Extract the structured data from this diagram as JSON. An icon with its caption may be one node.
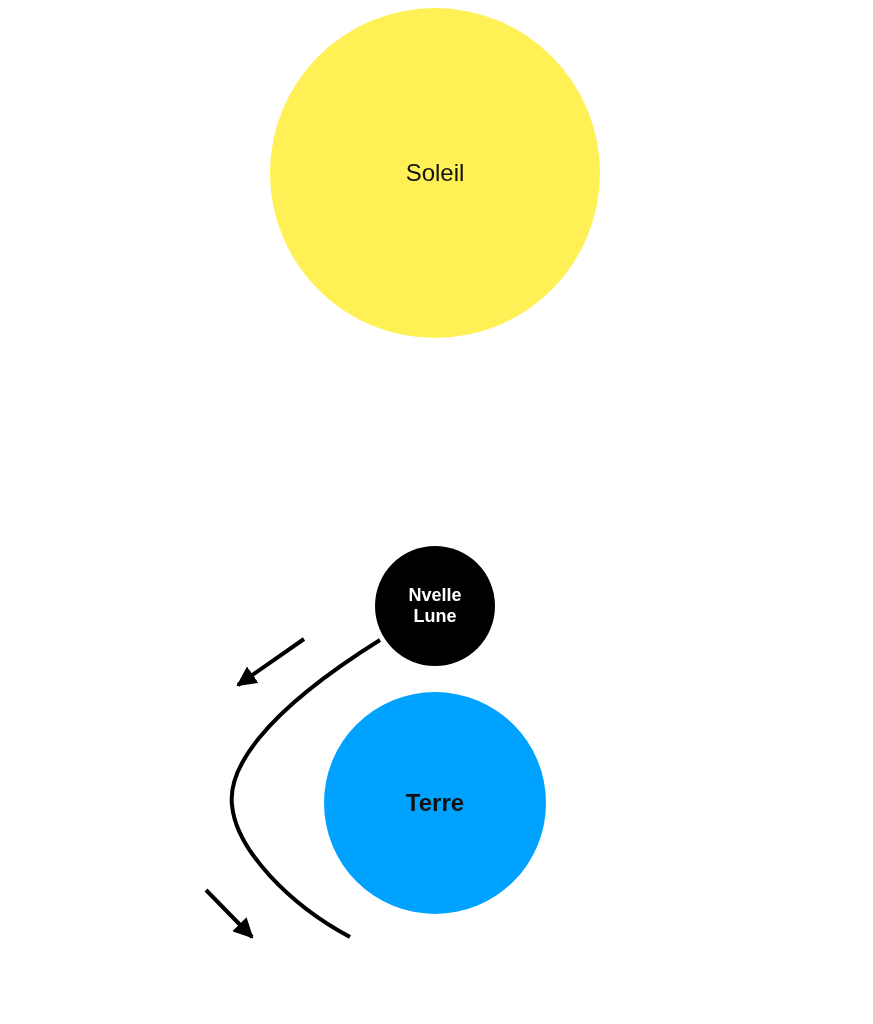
{
  "diagram": {
    "nodes": [
      {
        "text": [
          "Soleil"
        ]
      },
      {
        "text": [
          "Nvelle Lune"
        ]
      },
      {
        "text": [
          "Terre"
        ]
      }
    ]
  }
}
